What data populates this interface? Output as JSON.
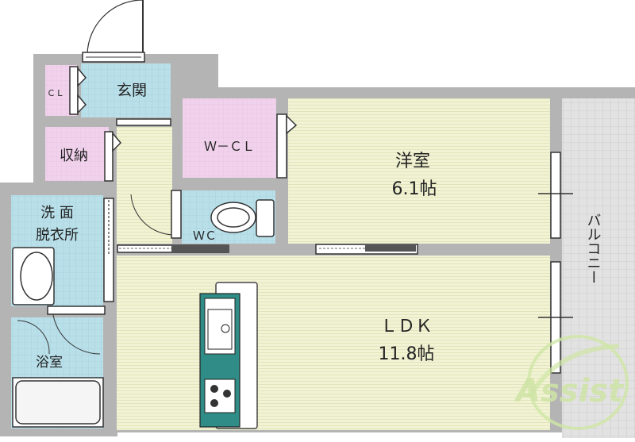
{
  "rooms": {
    "genkan": "玄関",
    "cl": "ＣＬ",
    "shuno": "収納",
    "wcl": "Ｗ－ＣＬ",
    "yoshitsu_name": "洋室",
    "yoshitsu_size": "6.1帖",
    "wc": "ＷＣ",
    "senmen_line1": "洗 面",
    "senmen_line2": "脱衣所",
    "yokushitsu": "浴室",
    "ldk_name": "ＬＤＫ",
    "ldk_size": "11.8帖",
    "balcony": "バルコニー"
  },
  "watermark": {
    "logo_text": "Assist"
  },
  "colors": {
    "wall": "#b4b4b4",
    "floor_wood": "#f1f3d4",
    "wood_line": "#e3e6bd",
    "tile_blue": "#b6dde8",
    "closet_pink": "#f1d1ec",
    "balcony_tile": "#dcdcdc",
    "kitchen_teal": "#2f8c87",
    "door_frame": "#3a3a3a"
  }
}
